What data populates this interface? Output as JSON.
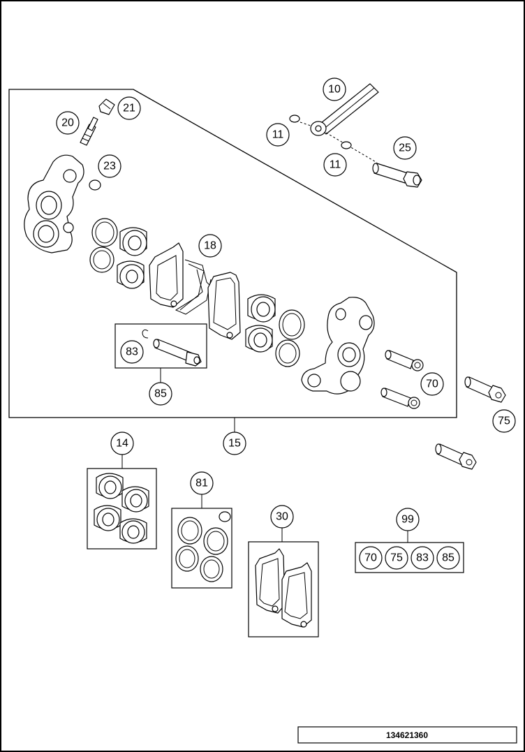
{
  "callouts": {
    "c10": "10",
    "c11a": "11",
    "c11b": "11",
    "c25": "25",
    "c20": "20",
    "c21": "21",
    "c23": "23",
    "c18": "18",
    "c83": "83",
    "c85": "85",
    "c70": "70",
    "c75": "75",
    "c15": "15",
    "c14": "14",
    "c81": "81",
    "c30": "30",
    "c99": "99"
  },
  "kit99": {
    "items": [
      "70",
      "75",
      "83",
      "85"
    ]
  },
  "footer": {
    "document_number": "134621360"
  }
}
